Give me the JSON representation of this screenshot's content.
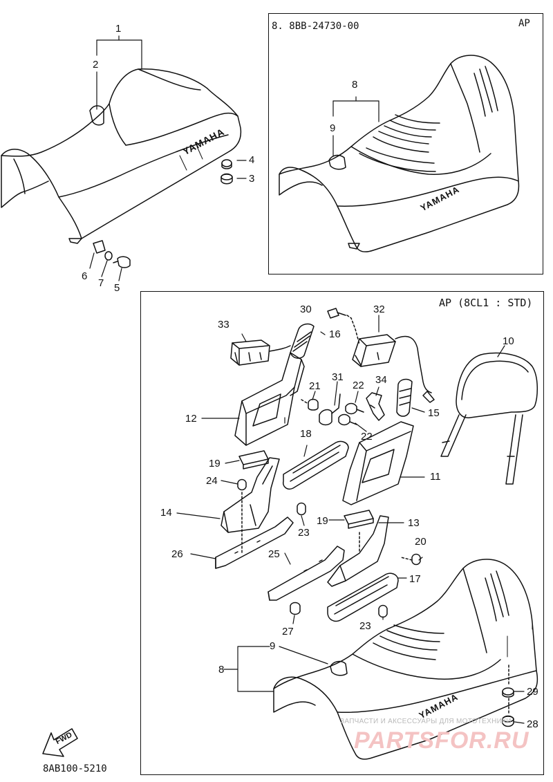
{
  "headers": {
    "box_alt_seat": "8. 8BB-24730-00",
    "box_alt_seat_tag": "AP",
    "box_backrest": "AP (8CL1 : STD)"
  },
  "seat_brand": "YAMAHA",
  "fwd_label": "FWD",
  "catalog_code": "8AB100-5210",
  "watermark": {
    "line1": "ЗАПЧАСТИ И АКСЕССУАРЫ ДЛЯ МОТОТЕХНИКИ",
    "line2": "PARTSFOR.RU"
  },
  "callouts": {
    "p1": "1",
    "p2": "2",
    "p3": "3",
    "p4": "4",
    "p5": "5",
    "p6": "6",
    "p7": "7",
    "p8_top": "8",
    "p9_top": "9",
    "p8": "8",
    "p9": "9",
    "p10": "10",
    "p11": "11",
    "p12": "12",
    "p13": "13",
    "p14": "14",
    "p15": "15",
    "p16": "16",
    "p17": "17",
    "p18": "18",
    "p19a": "19",
    "p19b": "19",
    "p20": "20",
    "p21": "21",
    "p22a": "22",
    "p22b": "22",
    "p23a": "23",
    "p23b": "23",
    "p24": "24",
    "p25": "25",
    "p26": "26",
    "p27": "27",
    "p28": "28",
    "p29": "29",
    "p30": "30",
    "p31": "31",
    "p32": "32",
    "p33": "33",
    "p34": "34"
  }
}
